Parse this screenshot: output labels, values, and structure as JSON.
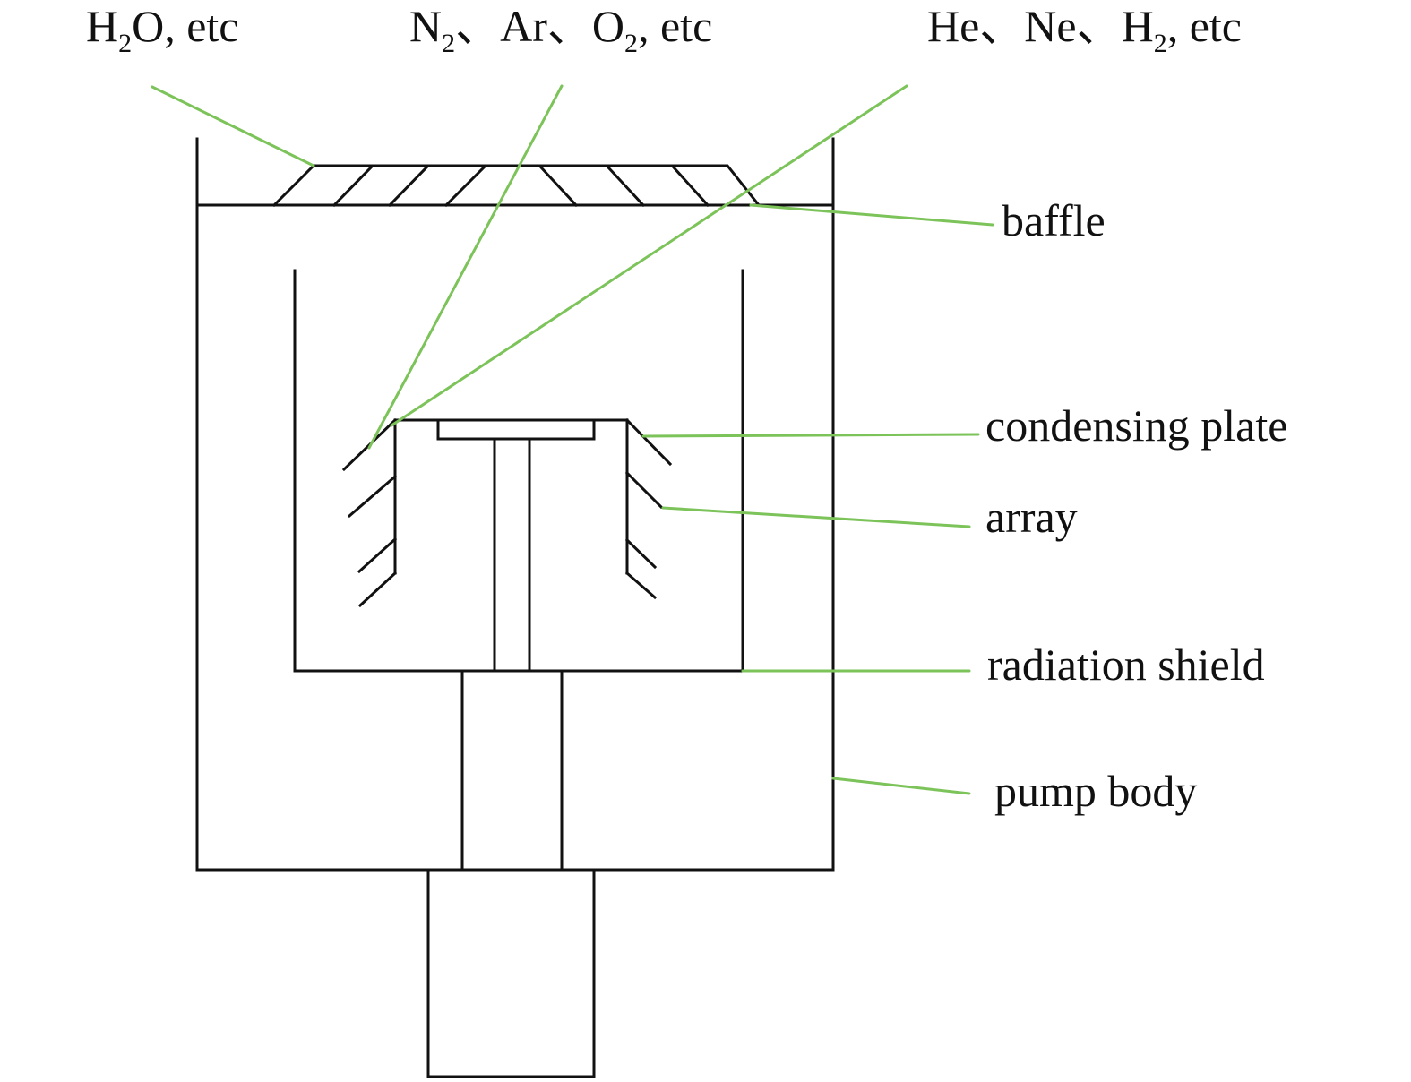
{
  "gas_labels": {
    "water": {
      "a": "H",
      "a_sub": "2",
      "b": "O, etc"
    },
    "air": {
      "n": "N",
      "n_sub": "2",
      "sep1": "、Ar、O",
      "o_sub": "2",
      "tail": ", etc"
    },
    "light": {
      "a": "He、Ne、H",
      "a_sub": "2",
      "tail": ", etc"
    }
  },
  "part_labels": {
    "baffle": "baffle",
    "condensing_plate": "condensing plate",
    "array": "array",
    "radiation_shield": "radiation shield",
    "pump_body": "pump body"
  },
  "colors": {
    "leader": "#7cc35a",
    "ink": "#111111",
    "background": "#ffffff"
  }
}
